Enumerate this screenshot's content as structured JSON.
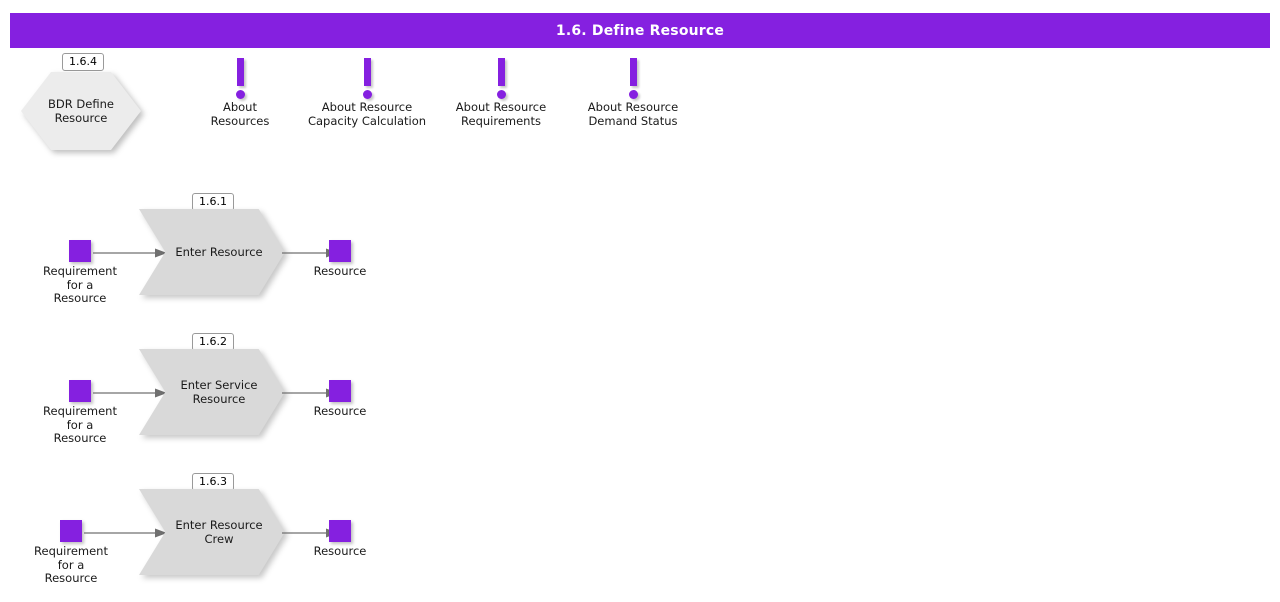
{
  "header": {
    "title": "1.6. Define Resource",
    "background_color": "#8520e0",
    "text_color": "#ffffff"
  },
  "palette": {
    "purple": "#8520e0",
    "process_fill": "#d9d9d9",
    "hex_fill": "#ececec",
    "connector": "#707070",
    "tag_border": "#9a9a9a"
  },
  "bdr": {
    "tag": "1.6.4",
    "label": "BDR Define\nResource"
  },
  "notes": [
    {
      "icon": "exclamation-icon",
      "label": "About\nResources"
    },
    {
      "icon": "exclamation-icon",
      "label": "About Resource\nCapacity Calculation"
    },
    {
      "icon": "exclamation-icon",
      "label": "About Resource\nRequirements"
    },
    {
      "icon": "exclamation-icon",
      "label": "About Resource\nDemand Status"
    }
  ],
  "rows": [
    {
      "tag": "1.6.1",
      "process": "Enter Resource",
      "input": "Requirement\nfor a\nResource",
      "output": "Resource"
    },
    {
      "tag": "1.6.2",
      "process": "Enter Service\nResource",
      "input": "Requirement\nfor a\nResource",
      "output": "Resource"
    },
    {
      "tag": "1.6.3",
      "process": "Enter Resource\nCrew",
      "input": "Requirement\nfor a\nResource",
      "output": "Resource"
    }
  ]
}
